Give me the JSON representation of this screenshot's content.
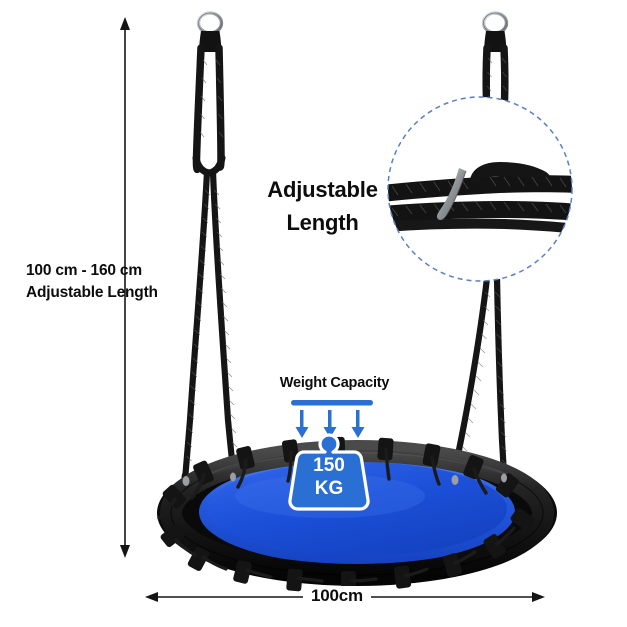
{
  "image": {
    "subject": "saucer-swing-product-infographic",
    "background_color": "#ffffff"
  },
  "colors": {
    "accent_blue": "#2a6fd4",
    "seat_blue": "#1b4fd8",
    "seat_blue_light": "#2f63e8",
    "frame_black": "#191919",
    "rope_black": "#121212",
    "text_black": "#0d0d0d",
    "inset_dashed_border": "#5b7fc4",
    "metal_ring": "#b9bcc0"
  },
  "annotations": {
    "length": {
      "line1": "100 cm - 160 cm",
      "line2": "Adjustable Length"
    },
    "adjustable": {
      "line1": "Adjustable",
      "line2": "Length"
    },
    "weight_capacity": {
      "label": "Weight Capacity",
      "value": "150",
      "unit": "KG"
    },
    "width": {
      "label": "100cm"
    }
  },
  "callout": {
    "type": "magnified-circle-inset",
    "depicts": "adjustable rope buckle closeup"
  }
}
